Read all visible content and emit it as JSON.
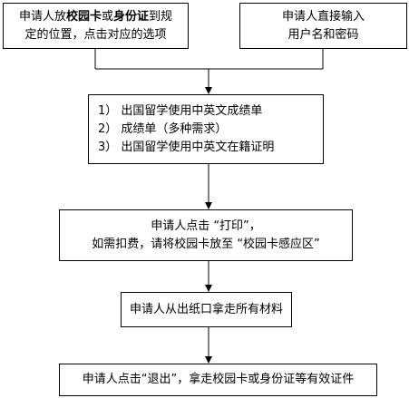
{
  "step1_left": {
    "line1": {
      "pre": "申请人放",
      "bold1": "校园卡",
      "mid": "或",
      "bold2": "身份证",
      "post": "到规"
    },
    "line2": "定的位置，点击对应的选项"
  },
  "step1_right": {
    "line1": "申请人直接输入",
    "line2": "用户名和密码"
  },
  "step2_options": [
    "1） 出国留学使用中英文成绩单",
    "2） 成绩单（多种需求）",
    "3） 出国留学使用中英文在籍证明"
  ],
  "step3": {
    "line1": "申请人点击 “打印”，",
    "line2": "如需扣费，请将校园卡放至 “校园卡感应区”"
  },
  "step4": "申请人从出纸口拿走所有材料",
  "step5": "申请人点击“退出”，拿走校园卡或身份证等有效证件"
}
